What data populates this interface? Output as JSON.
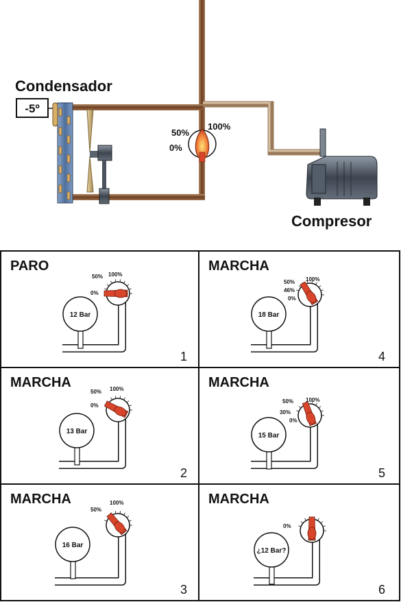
{
  "top": {
    "condenser_label": "Condensador",
    "compressor_label": "Compresor",
    "temp_display": "-5º",
    "valve": {
      "p0": "0%",
      "p50": "50%",
      "p100": "100%"
    }
  },
  "panels": [
    {
      "number": "1",
      "title": "PARO",
      "pressure": "12 Bar",
      "marks": [
        "50%",
        "100%",
        "0%"
      ]
    },
    {
      "number": "2",
      "title": "MARCHA",
      "pressure": "13 Bar",
      "marks": [
        "50%",
        "100%",
        "0%"
      ]
    },
    {
      "number": "3",
      "title": "MARCHA",
      "pressure": "16 Bar",
      "marks": [
        "50%",
        "100%"
      ]
    },
    {
      "number": "4",
      "title": "MARCHA",
      "pressure": "18 Bar",
      "marks": [
        "50%",
        "100%",
        "46%",
        "0%"
      ]
    },
    {
      "number": "5",
      "title": "MARCHA",
      "pressure": "15 Bar",
      "marks": [
        "50%",
        "100%",
        "30%",
        "0%"
      ]
    },
    {
      "number": "6",
      "title": "MARCHA",
      "pressure": "¿12 Bar?",
      "marks": [
        "0%"
      ]
    }
  ],
  "colors": {
    "pipe": "#7a4a2e",
    "pipe_light": "#a78a6a",
    "valve_red": "#d9452a",
    "flame_yellow": "#f2c14e",
    "coil": "#6a8ab3"
  }
}
